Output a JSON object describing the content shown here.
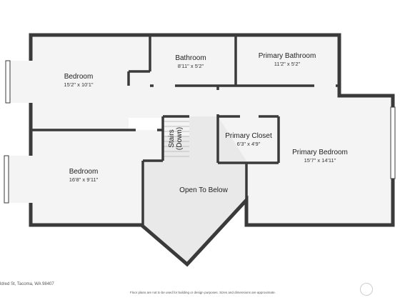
{
  "colors": {
    "wall": "#3a3a3a",
    "floor": "#f4f4f4",
    "open_area": "#e9e9e9",
    "window": "#ffffff",
    "text": "#222222"
  },
  "rooms": {
    "bedroom_top": {
      "name": "Bedroom",
      "dims": "15'2\" x 10'1\""
    },
    "bathroom": {
      "name": "Bathroom",
      "dims": "8'11\" x 5'2\""
    },
    "primary_bath": {
      "name": "Primary Bathroom",
      "dims": "11'2\" x 5'2\""
    },
    "primary_closet": {
      "name": "Primary Closet",
      "dims": "6'3\" x 4'9\""
    },
    "primary_bedroom": {
      "name": "Primary Bedroom",
      "dims": "15'7\" x 14'11\""
    },
    "bedroom_bottom": {
      "name": "Bedroom",
      "dims": "16'8\" x 9'11\""
    },
    "open_to_below": {
      "name": "Open To Below"
    },
    "stairs": {
      "name": "Stairs",
      "sub": "(Down)"
    }
  },
  "footer": {
    "address": "ldred St, Tacoma, WA 98407",
    "disclaimer": "Floor plans are not to be used for building or design purposes. Sizes and dimensions are approximate."
  }
}
